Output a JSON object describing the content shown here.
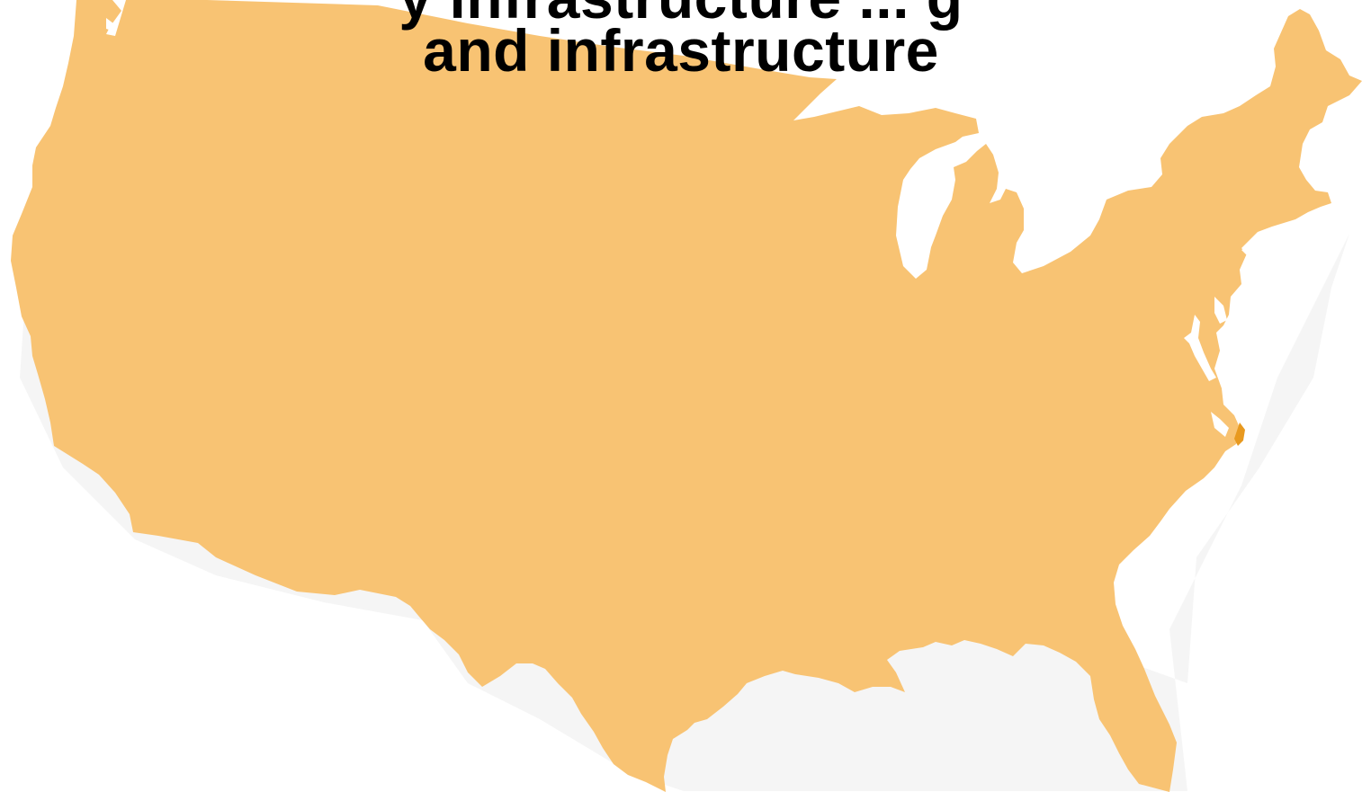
{
  "map": {
    "region": "contiguous-united-states",
    "title_line_1": "y infrastructure ... g",
    "title_line_2": "and infrastructure"
  },
  "colors": {
    "land": "#f8c373",
    "coast_accent": "#e8991f",
    "water": "#ffffff",
    "shadow": "#eeeeee",
    "title": "#000000"
  }
}
